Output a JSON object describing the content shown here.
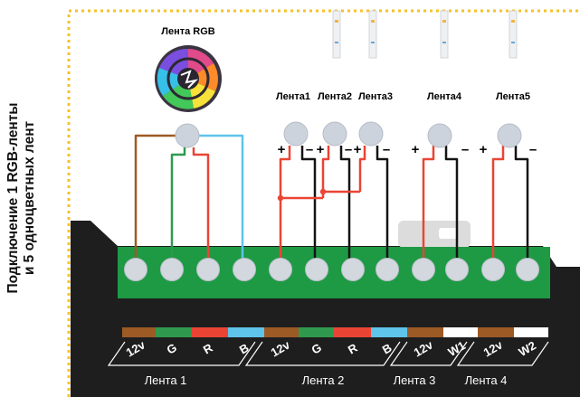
{
  "title": {
    "line1": "Подключение 1 RGB-ленты",
    "line2": "и 5 одноцветных лент"
  },
  "rgb_strip_label": "Лента RGB",
  "single_strip_labels": [
    "Лента1",
    "Лента2",
    "Лента3",
    "Лента4",
    "Лента5"
  ],
  "polarity": {
    "plus": "+",
    "minus": "–"
  },
  "terminal_tags": [
    "12v",
    "G",
    "R",
    "B",
    "12v",
    "G",
    "R",
    "B",
    "12v",
    "W1",
    "12v",
    "W2"
  ],
  "output_groups": [
    "Лента 1",
    "Лента 2",
    "Лента 3",
    "Лента 4"
  ],
  "colors": {
    "brown": "#9c5a25",
    "green": "#2f9a4e",
    "red": "#ea4435",
    "blue": "#5fc4ea",
    "white": "#ffffff",
    "black": "#141414",
    "terminal_block": "#1e9a44",
    "housing": "#1e1e1e",
    "outline": "#f6c22b"
  }
}
